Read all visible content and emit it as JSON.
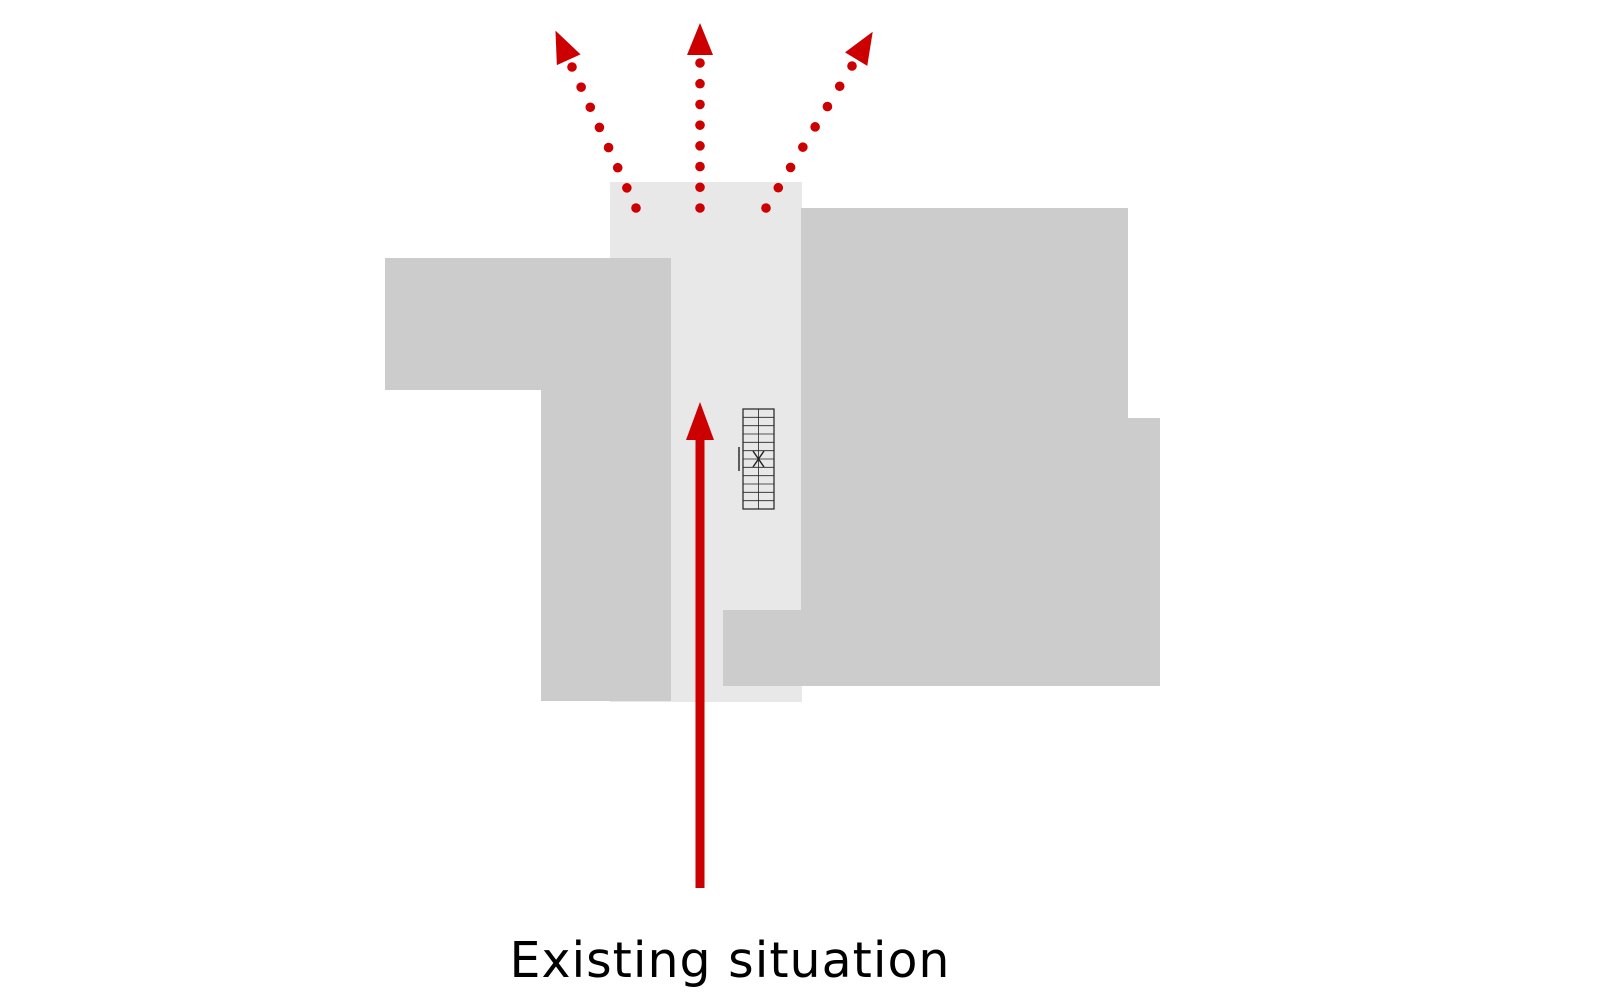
{
  "diagram": {
    "caption": "Existing situation"
  },
  "colors": {
    "building": "#cccccc",
    "passage": "#e8e8e8",
    "arrow": "#cc0000",
    "background": "#ffffff",
    "stair_line": "#222222"
  },
  "icons": {
    "main_arrow": "arrow-up",
    "dotted_arrows": [
      "arrow-up-left-dotted",
      "arrow-up-dotted",
      "arrow-up-right-dotted"
    ],
    "staircase": "staircase-icon"
  }
}
